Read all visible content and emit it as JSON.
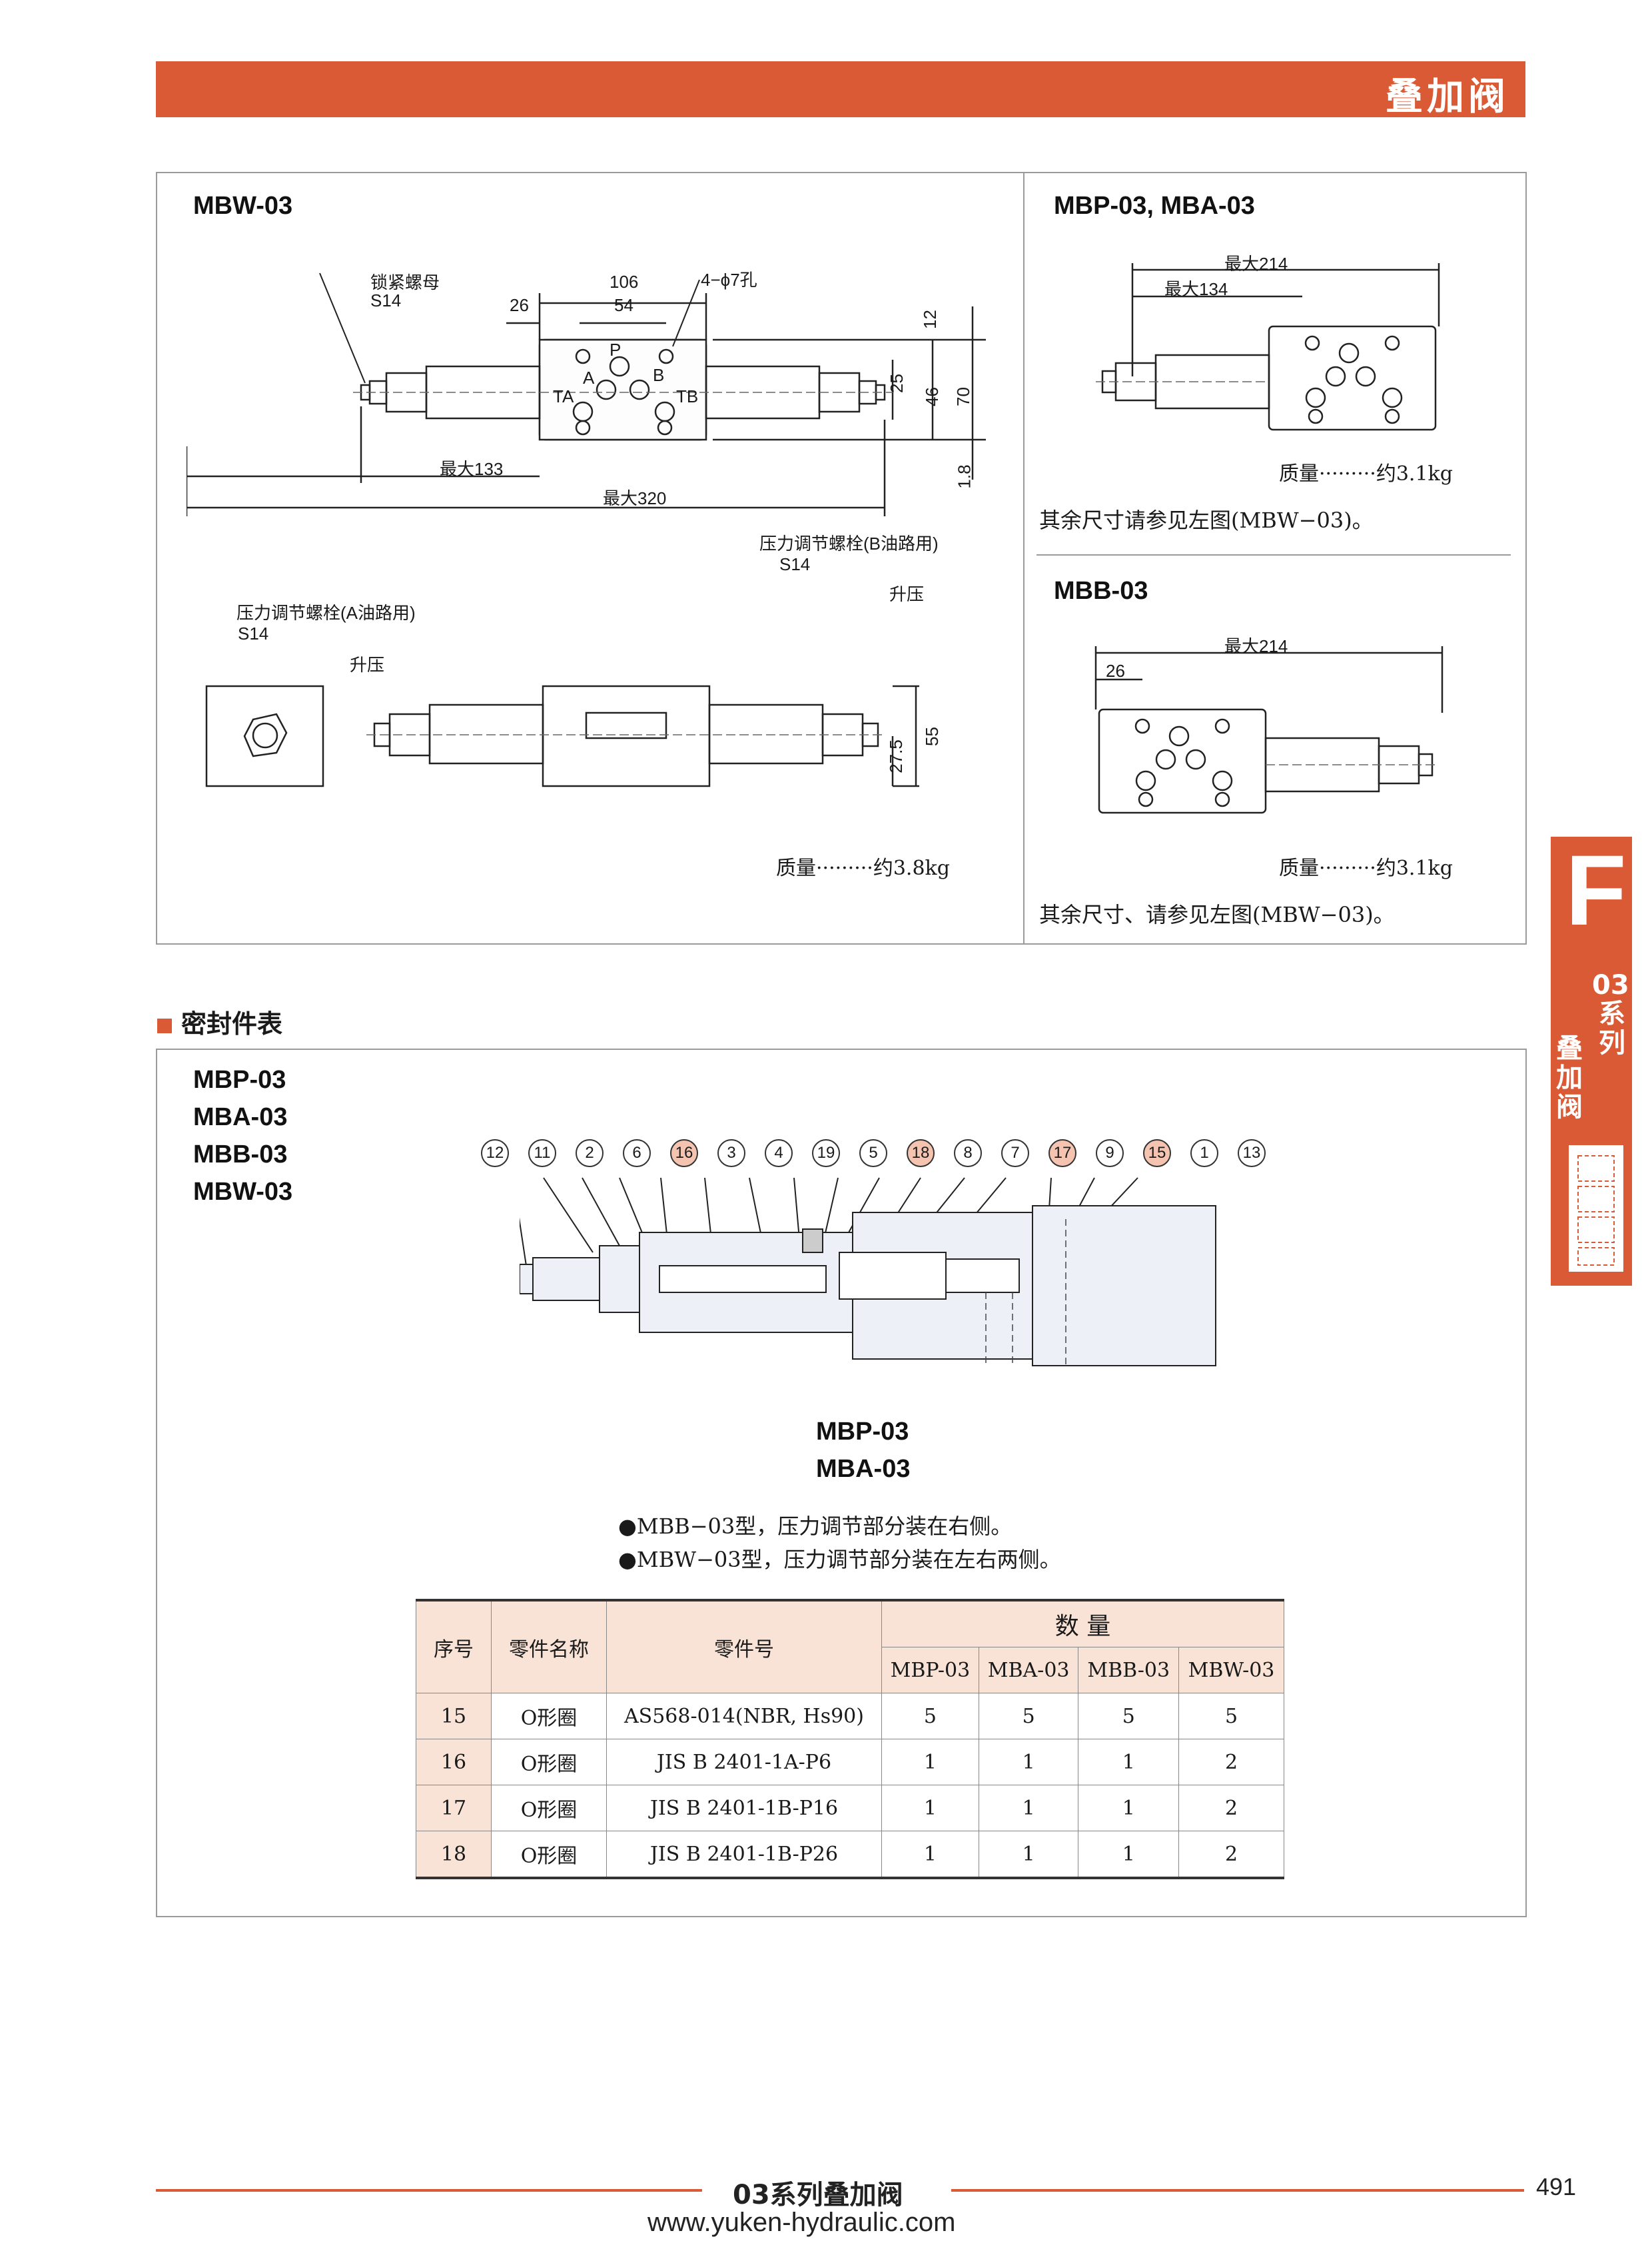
{
  "header": {
    "title": "叠加阀"
  },
  "top_left": {
    "model": "MBW-03",
    "callouts": {
      "lock_nut": "锁紧螺母",
      "lock_nut_size": "S14",
      "holes": "4−ϕ7孔",
      "adj_b": "压力调节螺栓(B油路用)",
      "adj_b_size": "S14",
      "adj_a": "压力调节螺栓(A油路用)",
      "adj_a_size": "S14",
      "raise1": "升压",
      "raise2": "升压"
    },
    "dims": {
      "d106": "106",
      "d54": "54",
      "d26": "26",
      "d12": "12",
      "d25": "25",
      "d46": "46",
      "d70": "70",
      "d18": "1.8",
      "max133": "最大133",
      "max320": "最大320",
      "d275": "27.5",
      "d55": "55"
    },
    "ports": {
      "P": "P",
      "A": "A",
      "B": "B",
      "TA": "TA",
      "TB": "TB"
    },
    "mass": "质量·········约3.8kg"
  },
  "top_right_a": {
    "model": "MBP-03, MBA-03",
    "max214": "最大214",
    "max134": "最大134",
    "mass": "质量·········约3.1kg",
    "note": "其余尺寸请参见左图(MBW−03)。"
  },
  "top_right_b": {
    "model": "MBB-03",
    "max214": "最大214",
    "d26": "26",
    "mass": "质量·········约3.1kg",
    "note": "其余尺寸、请参见左图(MBW−03)。"
  },
  "seal_section": {
    "title": "密封件表",
    "models": [
      "MBP-03",
      "MBA-03",
      "MBB-03",
      "MBW-03"
    ],
    "part_numbers": [
      "12",
      "11",
      "2",
      "6",
      "16",
      "3",
      "4",
      "19",
      "5",
      "18",
      "8",
      "7",
      "17",
      "9",
      "15",
      "1",
      "13"
    ],
    "highlighted": [
      "16",
      "18",
      "17",
      "15"
    ],
    "drawing_label_1": "MBP-03",
    "drawing_label_2": "MBA-03",
    "note1": "●MBB−03型，压力调节部分装在右侧。",
    "note2": "●MBW−03型，压力调节部分装在左右两侧。",
    "table": {
      "h_no": "序号",
      "h_name": "零件名称",
      "h_part": "零件号",
      "h_qty": "数 量",
      "h_models": [
        "MBP-03",
        "MBA-03",
        "MBB-03",
        "MBW-03"
      ],
      "rows": [
        {
          "no": "15",
          "name": "O形圈",
          "part": "AS568-014(NBR, Hs90)",
          "q": [
            "5",
            "5",
            "5",
            "5"
          ]
        },
        {
          "no": "16",
          "name": "O形圈",
          "part": "JIS B 2401-1A-P6",
          "q": [
            "1",
            "1",
            "1",
            "2"
          ]
        },
        {
          "no": "17",
          "name": "O形圈",
          "part": "JIS B 2401-1B-P16",
          "q": [
            "1",
            "1",
            "1",
            "2"
          ]
        },
        {
          "no": "18",
          "name": "O形圈",
          "part": "JIS B 2401-1B-P26",
          "q": [
            "1",
            "1",
            "1",
            "2"
          ]
        }
      ]
    }
  },
  "side_tab": {
    "letter": "F",
    "series": "03",
    "series_word": "系列",
    "valve_word": "叠加阀"
  },
  "footer": {
    "center": "03系列叠加阀",
    "page": "491",
    "url": "www.yuken-hydraulic.com"
  }
}
